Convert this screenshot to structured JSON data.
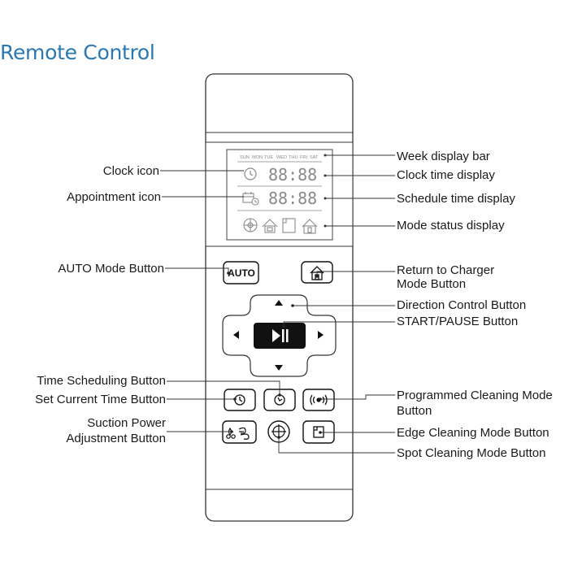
{
  "title": "Remote Control",
  "lcd": {
    "days": [
      "SUN",
      "MON",
      "TUE",
      "WED",
      "THU",
      "FRI",
      "SAT"
    ],
    "clock_digits": "88:88",
    "schedule_digits": "88:88"
  },
  "buttons": {
    "auto": "AUTO"
  },
  "labels": {
    "clock_icon": "Clock icon",
    "appointment_icon": "Appointment icon",
    "auto_mode_button": "AUTO Mode Button",
    "time_scheduling_button": "Time Scheduling Button",
    "set_current_time_button": "Set Current Time Button",
    "suction_power_line1": "Suction Power",
    "suction_power_line2": "Adjustment Button",
    "week_display_bar": "Week display bar",
    "clock_time_display": "Clock time display",
    "schedule_time_display": "Schedule time display",
    "mode_status_display": "Mode status display",
    "return_to_charger_line1": "Return to Charger",
    "return_to_charger_line2": "Mode Button",
    "direction_control_button": "Direction Control Button",
    "start_pause_button": "START/PAUSE Button",
    "programmed_cleaning_line1": "Programmed Cleaning Mode",
    "programmed_cleaning_line2": "Button",
    "edge_cleaning_mode_button": "Edge Cleaning Mode Button",
    "spot_cleaning_mode_button": "Spot Cleaning Mode Button"
  },
  "colors": {
    "title": "#2a78b3",
    "outline": "#333333",
    "lcd_segment": "#8a8a8a",
    "start_pause_fill": "#111111"
  }
}
